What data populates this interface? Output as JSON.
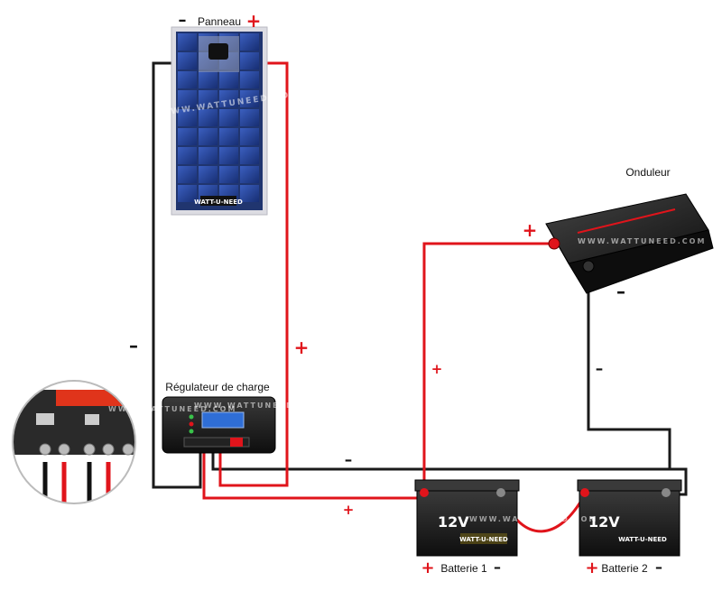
{
  "labels": {
    "panel": "Panneau",
    "regulator": "Régulateur de charge",
    "inverter": "Onduleur",
    "battery1": "Batterie 1",
    "battery2": "Batterie 2"
  },
  "signs": {
    "plus": "+",
    "minus": "–"
  },
  "battery_voltage": "12V",
  "brand": "WATT-U-NEED",
  "watermark": "WWW.WATTUNEED.COM",
  "colors": {
    "positive_wire": "#e0141b",
    "negative_wire": "#1a1a1a",
    "panel_cell": "#1f3d8f"
  }
}
